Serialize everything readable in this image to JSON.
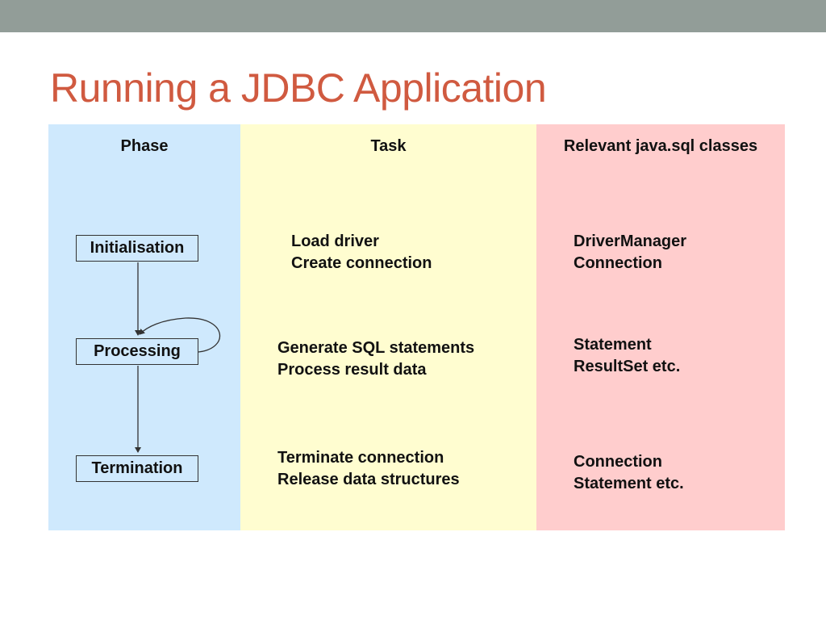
{
  "slide": {
    "title": "Running a JDBC Application"
  },
  "columns": {
    "phase_header": "Phase",
    "task_header": "Task",
    "classes_header": "Relevant java.sql classes"
  },
  "phases": [
    {
      "name": "Initialisation",
      "tasks": [
        "Load driver",
        "Create connection"
      ],
      "classes": [
        "DriverManager",
        "Connection"
      ]
    },
    {
      "name": "Processing",
      "tasks": [
        "Generate SQL statements",
        "Process result data"
      ],
      "classes": [
        "Statement",
        "ResultSet etc."
      ]
    },
    {
      "name": "Termination",
      "tasks": [
        "Terminate connection",
        "Release data structures"
      ],
      "classes": [
        "Connection",
        "Statement etc."
      ]
    }
  ],
  "colors": {
    "title": "#d05a40",
    "top_bar": "#929d98",
    "phase_column": "#cfe9fd",
    "task_column": "#fffdd0",
    "classes_column": "#ffcdcd"
  }
}
